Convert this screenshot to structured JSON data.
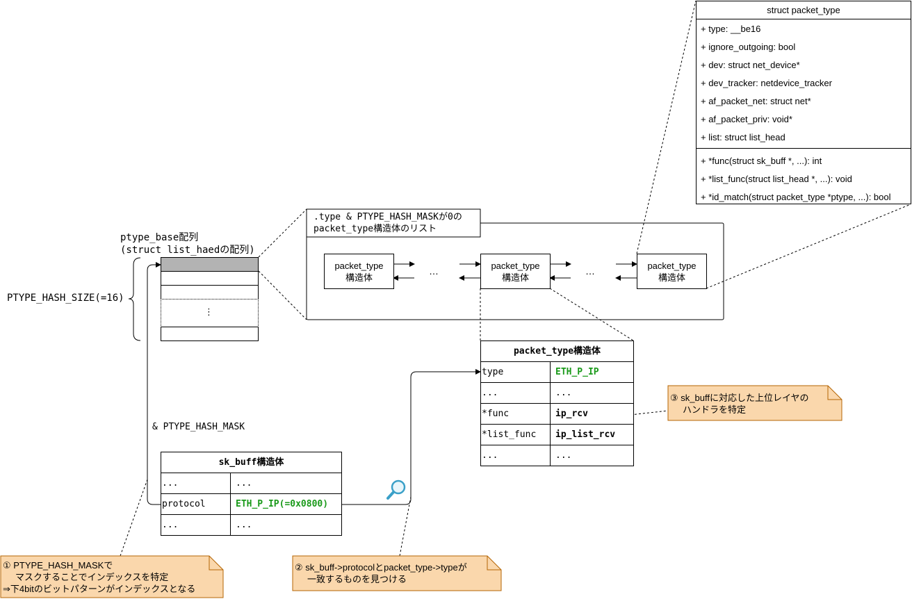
{
  "ptype_base": {
    "label_line1": "ptype_base配列",
    "label_line2": "(struct list_haedの配列)",
    "size_label": "PTYPE_HASH_SIZE(=16)",
    "ellipsis": "⋮"
  },
  "mask_label": "& PTYPE_HASH_MASK",
  "list_group": {
    "title_line1": ".type & PTYPE_HASH_MASKが0の",
    "title_line2": "packet_type構造体のリスト",
    "node_label_line1": "packet_type",
    "node_label_line2": "構造体",
    "ellipsis": "…"
  },
  "uml": {
    "title": "struct packet_type",
    "attributes": [
      "+ type: __be16",
      "+ ignore_outgoing: bool",
      "+ dev: struct net_device*",
      "+ dev_tracker: netdevice_tracker",
      "+ af_packet_net: struct net*",
      "+ af_packet_priv: void*",
      "+ list: struct list_head"
    ],
    "methods": [
      "+ *func(struct sk_buff *, ...): int",
      "+ *list_func(struct list_head *, ...): void",
      "+ *id_match(struct packet_type *ptype, ...): bool"
    ]
  },
  "packet_type_table": {
    "title": "packet_type構造体",
    "rows": [
      {
        "field": "type",
        "value": "ETH_P_IP"
      },
      {
        "field": "...",
        "value": "..."
      },
      {
        "field": "*func",
        "value": "ip_rcv"
      },
      {
        "field": "*list_func",
        "value": "ip_list_rcv"
      },
      {
        "field": "...",
        "value": "..."
      }
    ]
  },
  "sk_buff_table": {
    "title": "sk_buff構造体",
    "rows": [
      {
        "field": "...",
        "value": "..."
      },
      {
        "field": "protocol",
        "value": "ETH_P_IP(=0x0800)"
      },
      {
        "field": "...",
        "value": "..."
      }
    ]
  },
  "notes": {
    "note1_line1": "① PTYPE_HASH_MASKで",
    "note1_line2": "マスクすることでインデックスを特定",
    "note1_line3": "⇒下4bitのビットパターンがインデックスとなる",
    "note2_line1": "② sk_buff->protocolとpacket_type->typeが",
    "note2_line2": "一致するものを見つける",
    "note3_line1": "③ sk_buffに対応した上位レイヤの",
    "note3_line2": "ハンドラを特定"
  },
  "colors": {
    "note_fill": "#fad7ac",
    "note_stroke": "#b46504",
    "highlight_cell": "#b3b3b3",
    "green_text": "#1a9a1a",
    "red_box": "#d00000",
    "magnifier": "#3aa0c8"
  },
  "icons": {
    "magnifier": "search-icon"
  }
}
